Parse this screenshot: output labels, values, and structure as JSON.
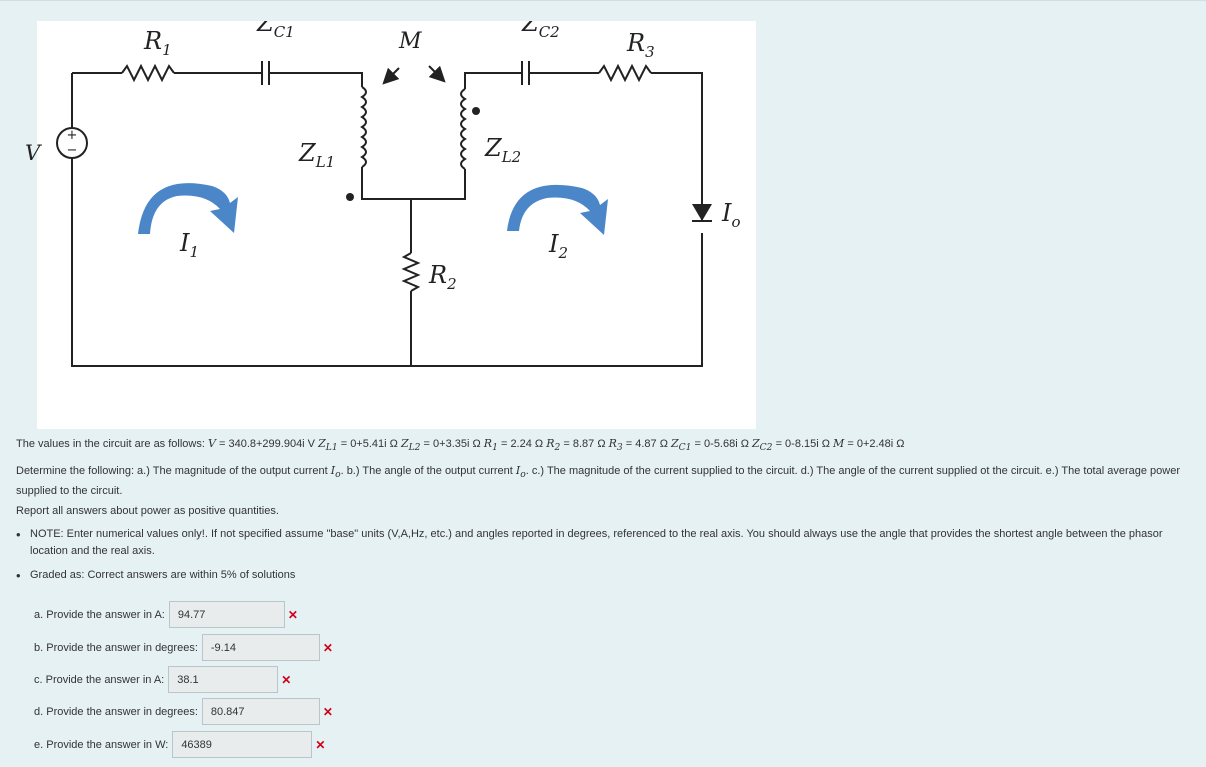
{
  "figure": {
    "labels": {
      "V": "V",
      "R1_base": "R",
      "R1_sub": "1",
      "ZC1_base": "Z",
      "ZC1_sub": "C1",
      "M": "M",
      "ZC2_base": "Z",
      "ZC2_sub": "C2",
      "R3_base": "R",
      "R3_sub": "3",
      "ZL1_base": "Z",
      "ZL1_sub": "L1",
      "ZL2_base": "Z",
      "ZL2_sub": "L2",
      "I1_base": "I",
      "I1_sub": "1",
      "I2_base": "I",
      "I2_sub": "2",
      "R2_base": "R",
      "R2_sub": "2",
      "Io_base": "I",
      "Io_sub": "o",
      "plus": "+",
      "minus": "−"
    }
  },
  "problem": {
    "values_intro": "The values in the circuit are as follows:",
    "values": [
      {
        "sym": "V",
        "sub": "",
        "eq": " = 340.8+299.904i V "
      },
      {
        "sym": "Z",
        "sub": "L1",
        "eq": " = 0+5.41i Ω "
      },
      {
        "sym": "Z",
        "sub": "L2",
        "eq": " = 0+3.35i Ω "
      },
      {
        "sym": "R",
        "sub": "1",
        "eq": " = 2.24 Ω "
      },
      {
        "sym": "R",
        "sub": "2",
        "eq": " = 8.87 Ω "
      },
      {
        "sym": "R",
        "sub": "3",
        "eq": " = 4.87 Ω "
      },
      {
        "sym": "Z",
        "sub": "C1",
        "eq": " = 0-5.68i Ω "
      },
      {
        "sym": "Z",
        "sub": "C2",
        "eq": " = 0-8.15i Ω "
      },
      {
        "sym": "M",
        "sub": "",
        "eq": " = 0+2.48i Ω"
      }
    ],
    "determine_a": "Determine the following: a.) The magnitude of the output current ",
    "determine_b": ". b.) The angle of the output current ",
    "determine_c": ". c.) The magnitude of the current supplied to the circuit. d.) The angle of the current supplied ot the circuit. e.) The total average power supplied to the circuit.",
    "io_sym": "I",
    "io_sub": "o",
    "report": "Report all answers about power as positive quantities.",
    "notes": [
      "NOTE: Enter numerical values only!. If not specified assume \"base\" units (V,A,Hz, etc.) and angles reported in degrees, referenced to the real axis. You should always use the angle that provides the shortest angle between the phasor location and the real axis.",
      "Graded as: Correct answers are within 5% of solutions"
    ]
  },
  "answers": [
    {
      "label": "a. Provide the answer in A:",
      "value": "94.77",
      "status": "✕"
    },
    {
      "label": "b. Provide the answer in degrees:",
      "value": "-9.14",
      "status": "✕"
    },
    {
      "label": "c. Provide the answer in A:",
      "value": "38.1",
      "status": "✕"
    },
    {
      "label": "d. Provide the answer in degrees:",
      "value": "80.847",
      "status": "✕"
    },
    {
      "label": "e. Provide the answer in W:",
      "value": "46389",
      "status": "✕"
    }
  ],
  "colors": {
    "page_bg": "#e6f1f4",
    "figure_bg": "#ffffff",
    "wire": "#222222",
    "arrow_blue": "#4a86c8",
    "wrong_mark": "#d0021b",
    "input_bg": "#e9ecec"
  }
}
